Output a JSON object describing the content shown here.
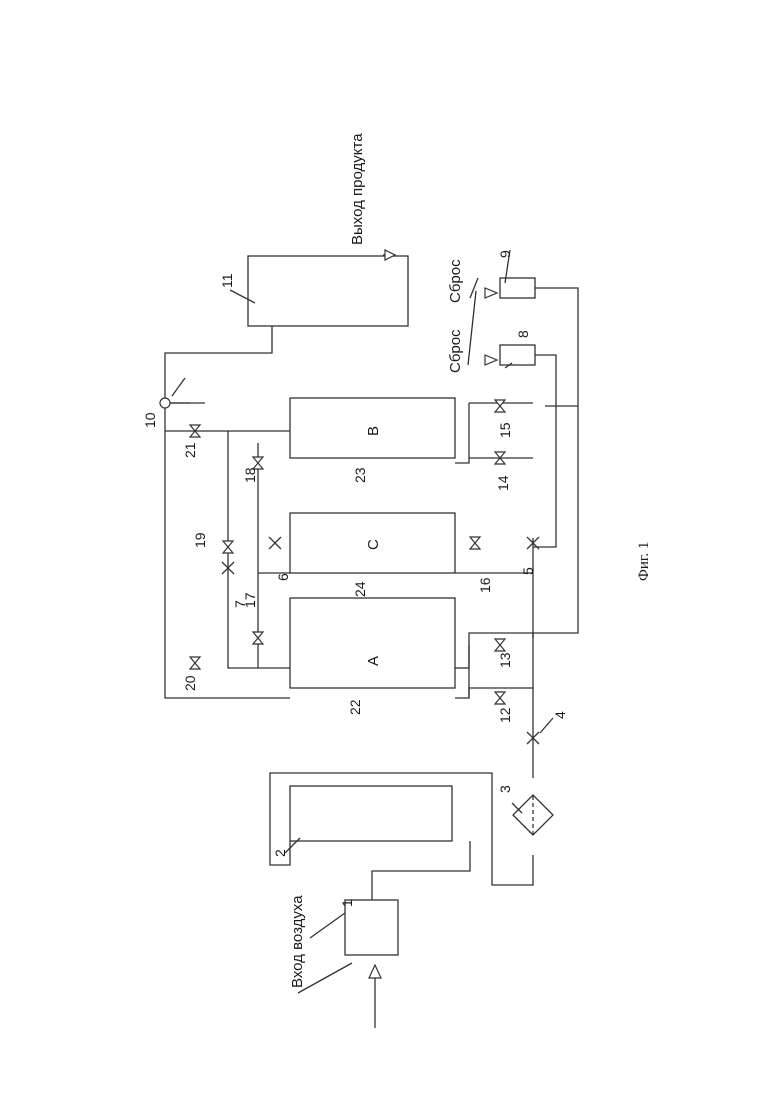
{
  "inlet_label": "Вход воздуха",
  "outlet_label": "Выход продукта",
  "vent_labels": [
    "Сброс",
    "Сброс"
  ],
  "columns": [
    "A",
    "C",
    "B"
  ],
  "numbers": [
    "1",
    "2",
    "3",
    "4",
    "5",
    "6",
    "7",
    "8",
    "9",
    "10",
    "11",
    "12",
    "13",
    "14",
    "15",
    "16",
    "17",
    "18",
    "19",
    "20",
    "21",
    "22",
    "23",
    "24"
  ],
  "caption": "Фиг. 1"
}
